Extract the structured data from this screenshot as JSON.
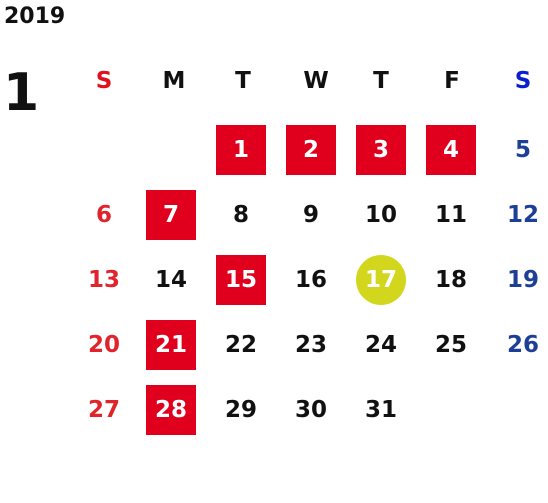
{
  "calendar": {
    "year": "2019",
    "month": "1",
    "weekdays": [
      "S",
      "M",
      "T",
      "W",
      "T",
      "F",
      "S"
    ],
    "first_weekday_index": 2,
    "days_in_month": 31,
    "marked_days": [
      1,
      2,
      3,
      4,
      7,
      15,
      21,
      28
    ],
    "today": 17,
    "colors": {
      "sunday_header": "#e0101f",
      "saturday_header": "#0a1fd0",
      "sunday_day": "#e0242c",
      "saturday_day": "#1e3f96",
      "marked_bg": "#e0001e",
      "today_bg": "#d2d71e",
      "text": "#111111"
    }
  }
}
